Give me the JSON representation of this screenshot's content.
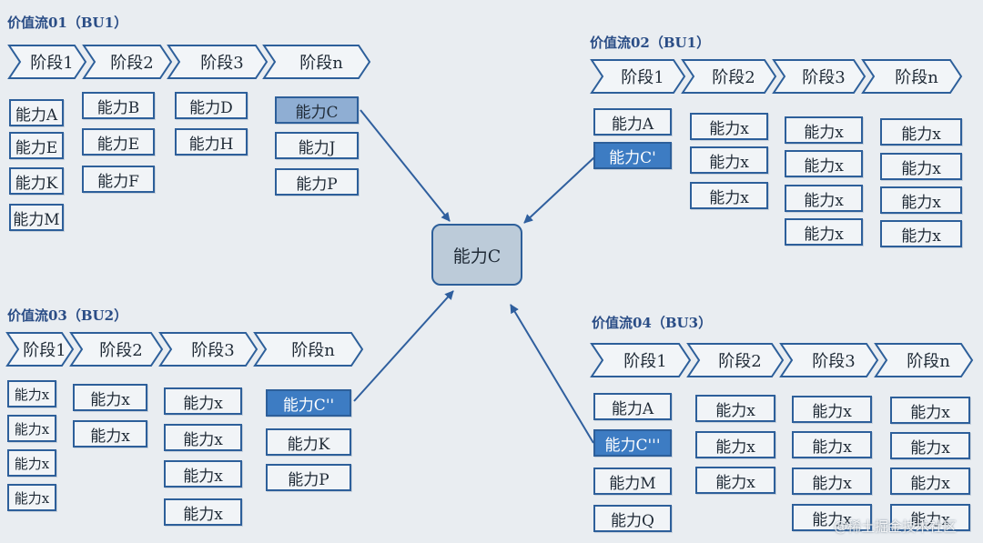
{
  "center": {
    "label": "能力C"
  },
  "flows": [
    {
      "title": "价值流01（BU1）",
      "stages": [
        "阶段1",
        "阶段2",
        "阶段3",
        "阶段n"
      ],
      "capabilities": [
        [
          "能力A",
          "能力E",
          "能力K",
          "能力M"
        ],
        [
          "能力B",
          "能力E",
          "能力F"
        ],
        [
          "能力D",
          "能力H"
        ],
        [
          "能力C",
          "能力J",
          "能力P"
        ]
      ],
      "highlight": "能力C"
    },
    {
      "title": "价值流02（BU1）",
      "stages": [
        "阶段1",
        "阶段2",
        "阶段3",
        "阶段n"
      ],
      "capabilities": [
        [
          "能力A",
          "能力C'"
        ],
        [
          "能力x",
          "能力x",
          "能力x"
        ],
        [
          "能力x",
          "能力x",
          "能力x",
          "能力x"
        ],
        [
          "能力x",
          "能力x",
          "能力x",
          "能力x"
        ]
      ],
      "highlight": "能力C'"
    },
    {
      "title": "价值流03（BU2）",
      "stages": [
        "阶段1",
        "阶段2",
        "阶段3",
        "阶段n"
      ],
      "capabilities": [
        [
          "能力x",
          "能力x",
          "能力x",
          "能力x"
        ],
        [
          "能力x",
          "能力x"
        ],
        [
          "能力x",
          "能力x",
          "能力x",
          "能力x"
        ],
        [
          "能力C''",
          "能力K",
          "能力P"
        ]
      ],
      "highlight": "能力C''"
    },
    {
      "title": "价值流04（BU3）",
      "stages": [
        "阶段1",
        "阶段2",
        "阶段3",
        "阶段n"
      ],
      "capabilities": [
        [
          "能力A",
          "能力C'''",
          "能力M",
          "能力Q"
        ],
        [
          "能力x",
          "能力x",
          "能力x"
        ],
        [
          "能力x",
          "能力x",
          "能力x",
          "能力x"
        ],
        [
          "能力x",
          "能力x",
          "能力x",
          "能力x"
        ]
      ],
      "highlight": "能力C'''"
    }
  ],
  "watermark": "@稀土掘金技术社区",
  "colors": {
    "border": "#2d5f9a",
    "highlight_light": "#8faed3",
    "highlight_dark": "#3d7cc3",
    "center_fill": "#bccbd9",
    "arrow": "#2f5f9e"
  }
}
